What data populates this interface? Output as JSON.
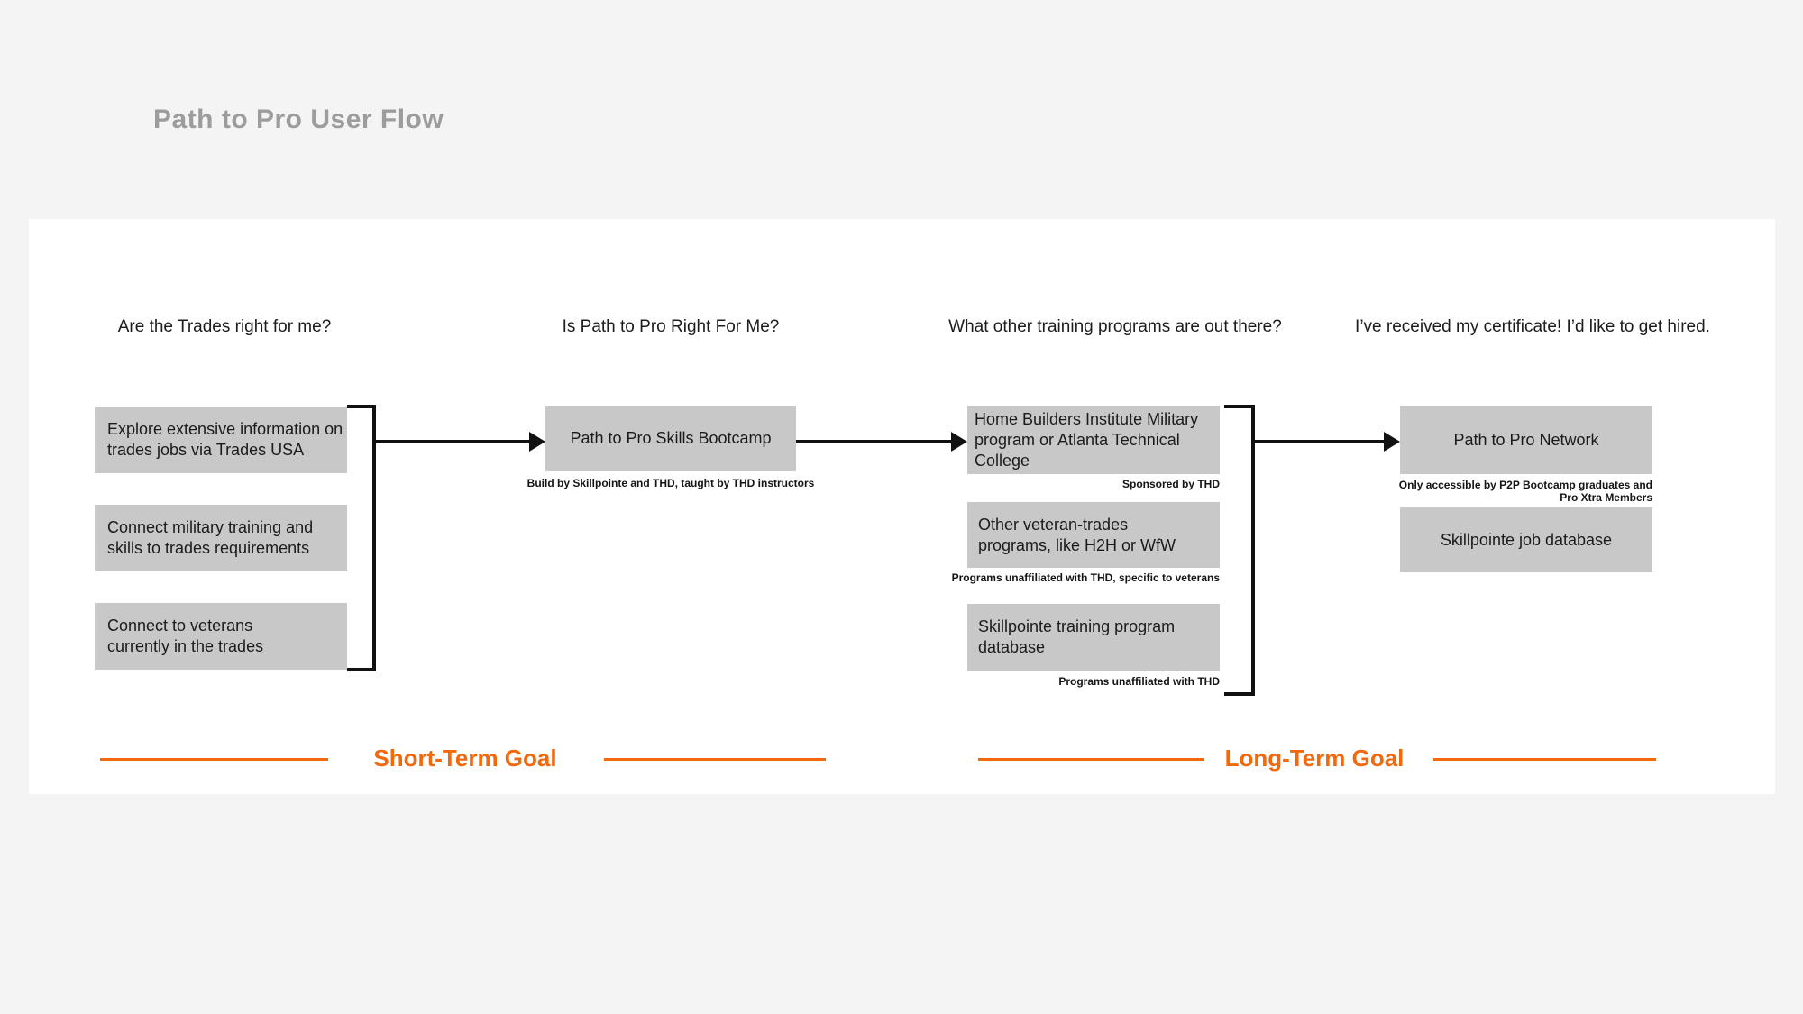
{
  "page": {
    "title": "Path to Pro User Flow"
  },
  "colors": {
    "accent_orange": "#F2690D",
    "node_gray": "#C8C8C8",
    "title_gray": "#9C9C9C",
    "background_gray": "#F4F4F4",
    "panel_white": "#FFFFFF",
    "connector_black": "#111111"
  },
  "columns": [
    {
      "question": "Are the Trades right for me?",
      "boxes": [
        {
          "label": "Explore extensive information on trades jobs via Trades USA"
        },
        {
          "label": "Connect military training and skills to trades requirements"
        },
        {
          "label": "Connect to veterans currently in the trades"
        }
      ]
    },
    {
      "question": "Is Path to Pro Right For Me?",
      "boxes": [
        {
          "label": "Path to Pro Skills Bootcamp",
          "caption": "Build by Skillpointe and THD, taught by THD instructors"
        }
      ]
    },
    {
      "question": "What other training programs are out there?",
      "boxes": [
        {
          "label": "Home Builders Institute Military program or Atlanta Technical College",
          "caption": "Sponsored by THD"
        },
        {
          "label": "Other veteran-trades programs, like H2H or WfW",
          "caption": "Programs unaffiliated with THD, specific to veterans"
        },
        {
          "label": "Skillpointe training program database",
          "caption": "Programs unaffiliated with THD"
        }
      ]
    },
    {
      "question": "I’ve received my certificate! I’d like to get hired.",
      "boxes": [
        {
          "label": "Path to Pro Network",
          "caption": "Only accessible by P2P Bootcamp graduates and Pro Xtra Members"
        },
        {
          "label": "Skillpointe job database"
        }
      ]
    }
  ],
  "goals": [
    {
      "label": "Short-Term Goal"
    },
    {
      "label": "Long-Term Goal"
    }
  ]
}
